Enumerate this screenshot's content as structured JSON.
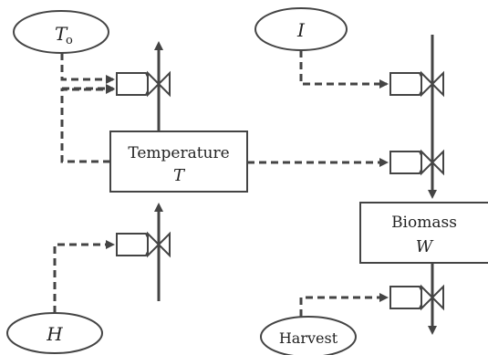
{
  "nodes": {
    "t0": {
      "label": "T",
      "subscript": "o"
    },
    "i": {
      "label": "I"
    },
    "h": {
      "label": "H"
    },
    "harvest": {
      "label": "Harvest"
    },
    "temperature": {
      "title": "Temperature",
      "symbol": "T"
    },
    "biomass": {
      "title": "Biomass",
      "symbol": "W"
    }
  }
}
